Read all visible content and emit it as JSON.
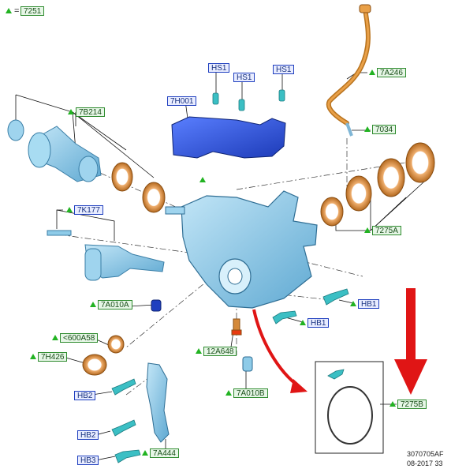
{
  "legend": {
    "symbol": "=",
    "code": "7251"
  },
  "callouts": {
    "c7251": "7251",
    "c7B214": "7B214",
    "c7H001": "7H001",
    "cHS1a": "HS1",
    "cHS1b": "HS1",
    "cHS1c": "HS1",
    "c7A246": "7A246",
    "c7034": "7034",
    "c7K177": "7K177",
    "c7275A": "7275A",
    "c7A010A": "7A010A",
    "cHB1a": "HB1",
    "cHB1b": "HB1",
    "c600A58": "<600A58",
    "c7H426": "7H426",
    "c12A648": "12A648",
    "c7A010B": "7A010B",
    "cHB2a": "HB2",
    "cHB2b": "HB2",
    "cHB3": "HB3",
    "c7A444": "7A444",
    "c7275B": "7275B"
  },
  "figure": {
    "number": "3070705AF",
    "date": "08-2017 33"
  },
  "colors": {
    "callout_green": "#2e8b2e",
    "callout_blue": "#1f3fbf",
    "triangle": "#22b322",
    "housing": "#8ecbe8",
    "cover": "#2a4fcf",
    "seal": "#d4893a",
    "arrow": "#e01515",
    "bolt": "#3bbfc4"
  }
}
